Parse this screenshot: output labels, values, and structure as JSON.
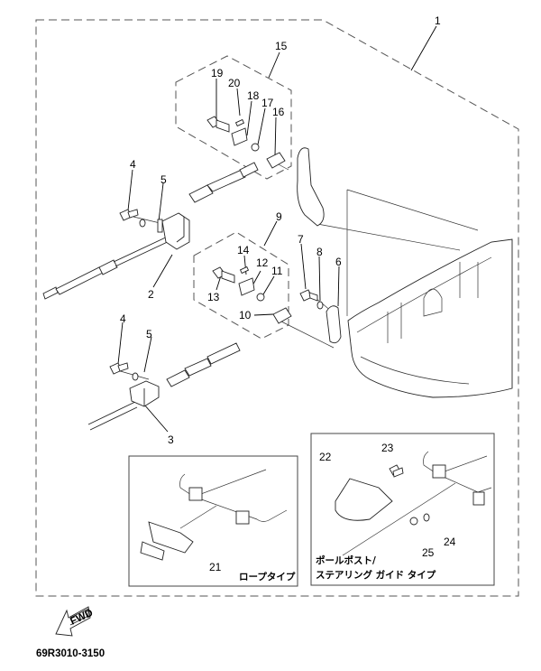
{
  "diagram": {
    "title_code": "69R3010-3150",
    "fwd_arrow_label": "FWD",
    "callouts": [
      {
        "id": "1",
        "label": "1"
      },
      {
        "id": "2",
        "label": "2"
      },
      {
        "id": "3",
        "label": "3"
      },
      {
        "id": "4a",
        "label": "4"
      },
      {
        "id": "4b",
        "label": "4"
      },
      {
        "id": "5a",
        "label": "5"
      },
      {
        "id": "5b",
        "label": "5"
      },
      {
        "id": "6",
        "label": "6"
      },
      {
        "id": "7",
        "label": "7"
      },
      {
        "id": "8",
        "label": "8"
      },
      {
        "id": "9",
        "label": "9"
      },
      {
        "id": "10",
        "label": "10"
      },
      {
        "id": "11",
        "label": "11"
      },
      {
        "id": "12",
        "label": "12"
      },
      {
        "id": "13",
        "label": "13"
      },
      {
        "id": "14",
        "label": "14"
      },
      {
        "id": "15",
        "label": "15"
      },
      {
        "id": "16",
        "label": "16"
      },
      {
        "id": "17",
        "label": "17"
      },
      {
        "id": "18",
        "label": "18"
      },
      {
        "id": "19",
        "label": "19"
      },
      {
        "id": "20",
        "label": "20"
      },
      {
        "id": "21",
        "label": "21"
      },
      {
        "id": "22",
        "label": "22"
      },
      {
        "id": "23",
        "label": "23"
      },
      {
        "id": "24",
        "label": "24"
      },
      {
        "id": "25",
        "label": "25"
      }
    ],
    "inset_rope": {
      "caption": "ロープタイプ"
    },
    "inset_pole": {
      "caption_line1": "ポールポスト/",
      "caption_line2": "ステアリング ガイド タイプ"
    }
  }
}
